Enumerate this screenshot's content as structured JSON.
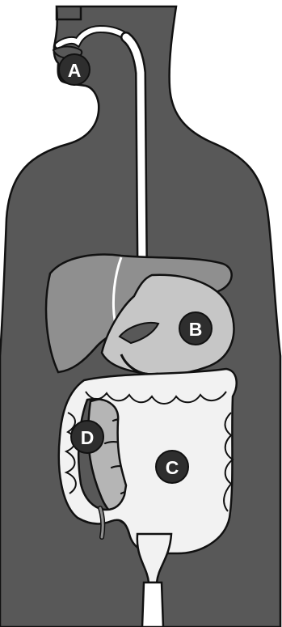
{
  "diagram": {
    "labels": [
      {
        "id": "A",
        "text": "A"
      },
      {
        "id": "B",
        "text": "B"
      },
      {
        "id": "C",
        "text": "C"
      },
      {
        "id": "D",
        "text": "D"
      }
    ]
  },
  "colors": {
    "body": "#585858",
    "outline": "#111111",
    "tract": "#ffffff",
    "liver": "#8f8f8f",
    "stomach": "#c6c6c6",
    "small_intestine": "#b5b5b5",
    "large_intestine": "#f2f2f2",
    "label_fill": "#2e2e2e",
    "label_text": "#ffffff"
  }
}
